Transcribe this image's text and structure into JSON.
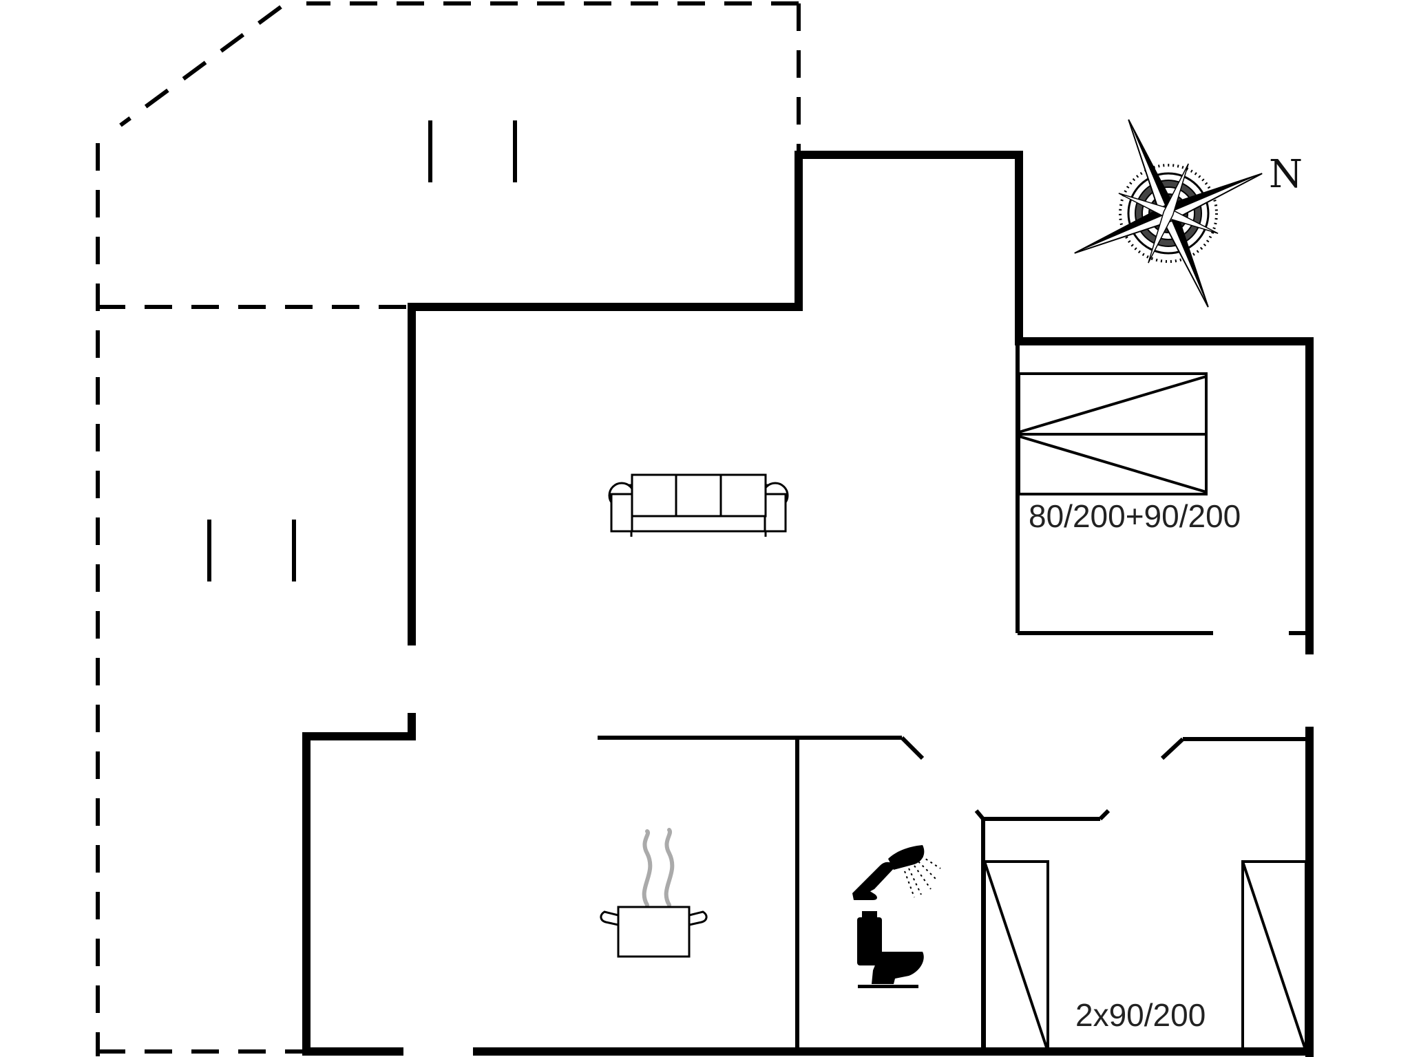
{
  "floorplan": {
    "bed_label_upper": "80/200+90/200",
    "bed_label_lower": "2x90/200",
    "compass_letter": "N"
  },
  "rooms": [
    {
      "name": "living room",
      "icon": "sofa-icon"
    },
    {
      "name": "bedroom north",
      "icon": "double-bed-icon"
    },
    {
      "name": "kitchen",
      "icon": "cooking-pot-icon"
    },
    {
      "name": "bathroom",
      "icons": [
        "shower-icon",
        "toilet-icon"
      ]
    },
    {
      "name": "bedroom south",
      "icon": "single-beds-icon"
    }
  ],
  "colors": {
    "wall": "#000000",
    "terrace_outline": "#000000",
    "steam": "#aaaaaa",
    "compass_dark": "#333333"
  }
}
